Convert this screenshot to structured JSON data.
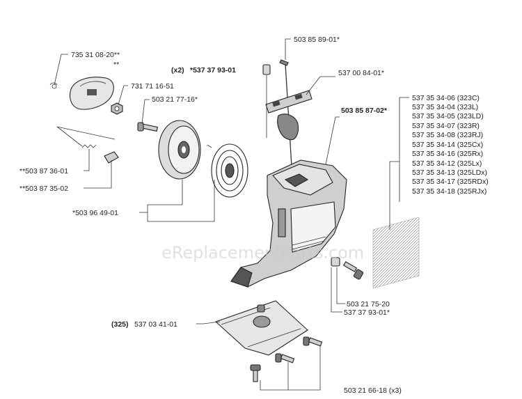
{
  "watermark": "eReplacementParts.com",
  "callouts": {
    "p735310820": "735 31 08-20**",
    "double_star": "**",
    "p731711651": "731 71 16-51",
    "p503217716": "503 21 77-16*",
    "p503873601": "**503 87 36-01",
    "p503873502": "**503 87 35-02",
    "p503964901": "*503 96 49-01",
    "p537379301_top_prefix": "(x2)",
    "p537379301_top": "*537 37 93-01",
    "p503858901": "503 85 89-01*",
    "p537008401": "537 00 84-01*",
    "p503858702": "503 85 87-02*",
    "p503217520": "503 21 75-20",
    "p537379301_bottom": "537 37 93-01*",
    "p537034101_prefix": "(325)",
    "p537034101": "537 03 41-01",
    "p503216618": "503 21 66-18 (x3)"
  },
  "housing_variants": [
    "537 35 34-06 (323C)",
    "537 35 34-04 (323L)",
    "537 35 34-05 (323LD)",
    "537 35 34-07 (323R)",
    "537 35 34-08 (323RJ)",
    "537 35 34-14 (325Cx)",
    "537 35 34-16 (325Rx)",
    "537 35 34-12 (325Lx)",
    "537 35 34-13 (325LDx)",
    "537 35 34-17 (325RDx)",
    "537 35 34-18 (325RJx)"
  ]
}
